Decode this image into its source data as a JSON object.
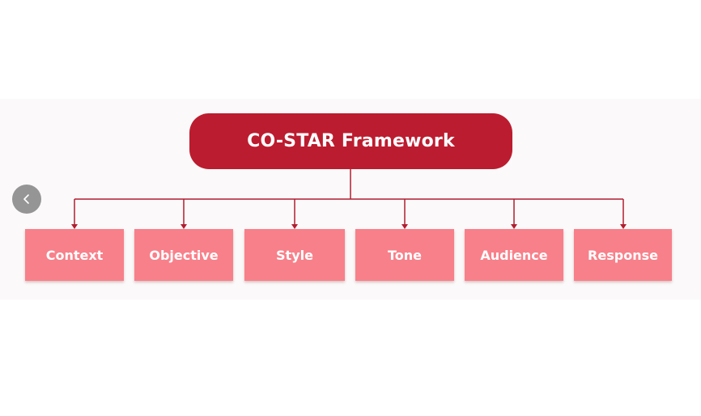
{
  "diagram": {
    "title": "CO-STAR Framework",
    "nodes": [
      {
        "label": "Context"
      },
      {
        "label": "Objective"
      },
      {
        "label": "Style"
      },
      {
        "label": "Tone"
      },
      {
        "label": "Audience"
      },
      {
        "label": "Response"
      }
    ]
  },
  "colors": {
    "title_fill": "#bc1c2f",
    "node_fill": "#f8808a",
    "connector": "#b01e30"
  },
  "icons": {
    "nav": "chevron-left-icon"
  }
}
